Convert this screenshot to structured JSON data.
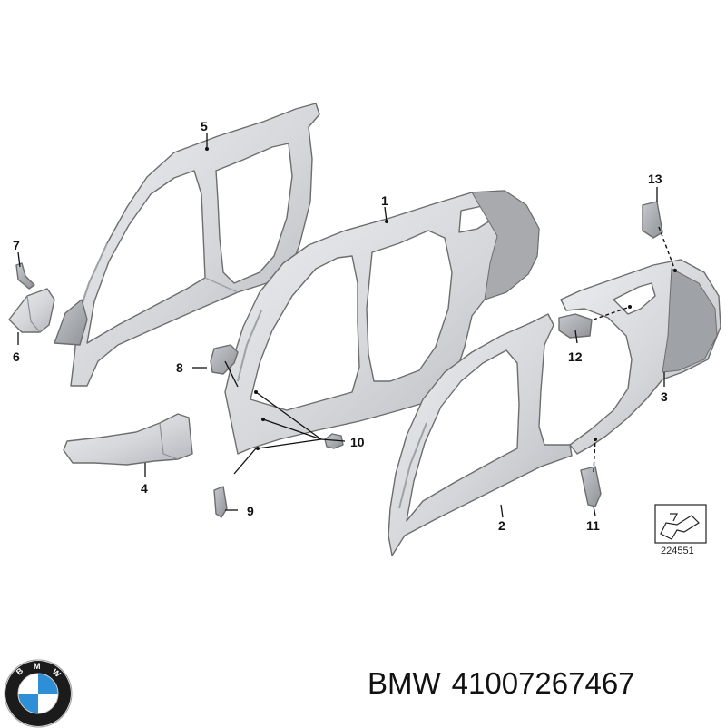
{
  "diagram": {
    "callouts": [
      "1",
      "2",
      "3",
      "4",
      "5",
      "6",
      "7",
      "8",
      "9",
      "10",
      "11",
      "12",
      "13"
    ],
    "reference_number": "224551"
  },
  "footer": {
    "brand": "BMW",
    "part_number": "41007267467",
    "logo_letters": "BMW"
  },
  "colors": {
    "panel_fill": "#d9dbde",
    "panel_shade": "#b9bcc1",
    "panel_dark": "#a4a7ac",
    "logo_blue": "#2f8fd6",
    "logo_ring": "#1b1b1b"
  }
}
